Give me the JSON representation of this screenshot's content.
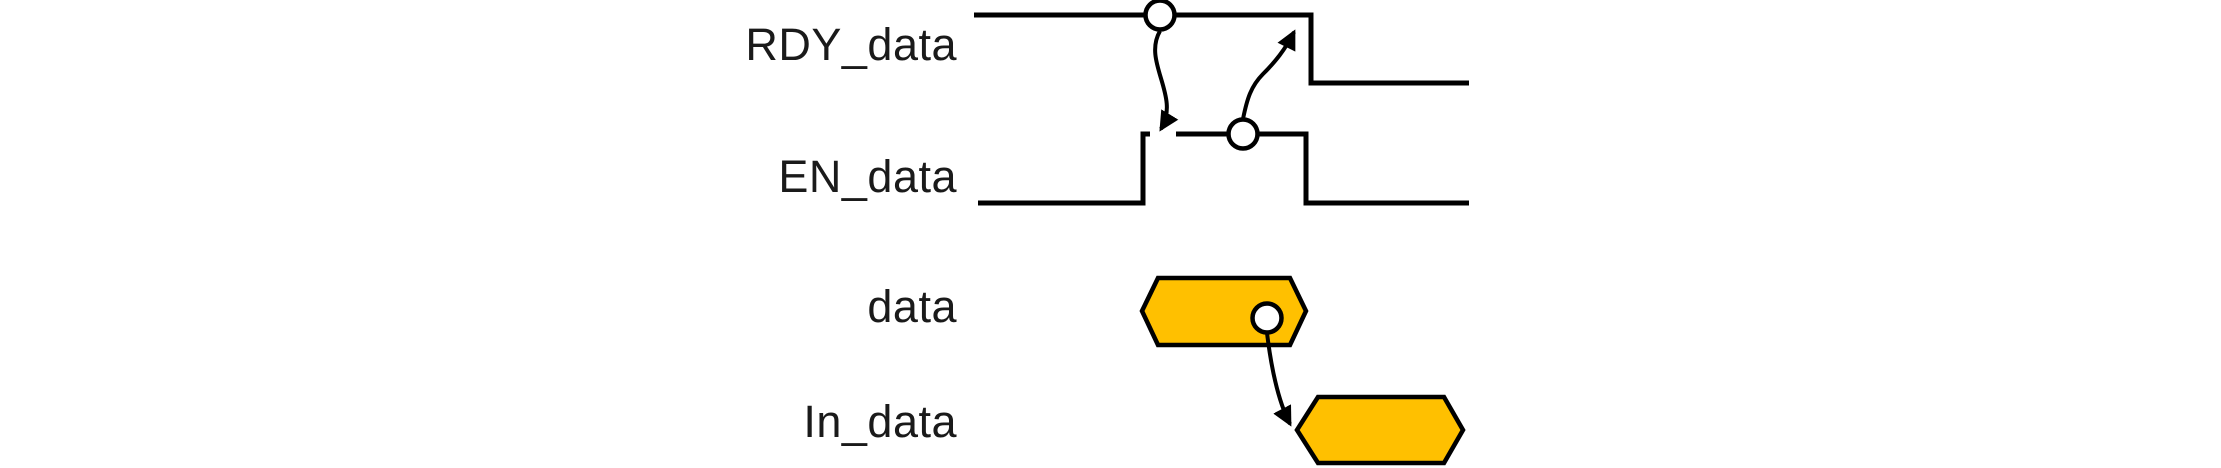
{
  "diagram": {
    "kind": "timing-diagram",
    "colors": {
      "bus_fill": "#ffc000",
      "line": "#000000",
      "node_fill": "#ffffff",
      "label_text": "#1a1a1a"
    },
    "signals": [
      {
        "label": "RDY_data",
        "kind": "logic",
        "shape": "starts high, falling edge after EN_data is sampled high"
      },
      {
        "label": "EN_data",
        "kind": "logic",
        "shape": "starts low, high pulse while RDY_data is high, returns low"
      },
      {
        "label": "data",
        "kind": "bus",
        "shape": "valid-data hexagon aligned with the EN_data high pulse, with sample node"
      },
      {
        "label": "In_data",
        "kind": "bus",
        "shape": "valid-data hexagon starting where the data hexagon ends"
      }
    ],
    "annotations": {
      "sample_nodes": [
        {
          "name": "node-on-rdy-data-high"
        },
        {
          "name": "node-on-en-data-high"
        },
        {
          "name": "node-on-data-hexagon"
        }
      ],
      "causality_arrows": [
        {
          "name": "rdy-data-node-to-en-data-rising-edge"
        },
        {
          "name": "en-data-node-to-rdy-data-falling-edge"
        },
        {
          "name": "data-node-to-in-data-hexagon-start"
        }
      ]
    }
  }
}
